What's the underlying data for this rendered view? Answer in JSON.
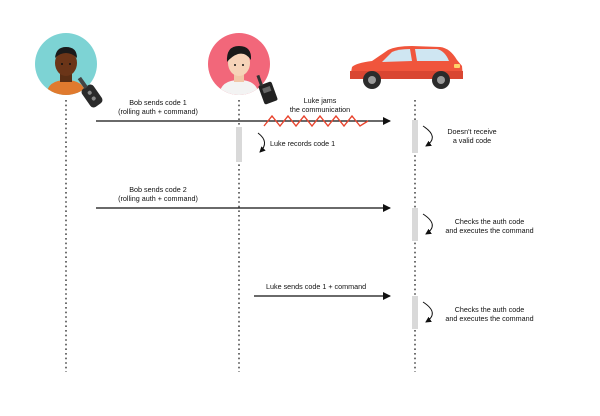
{
  "participants": [
    {
      "id": "bob",
      "icon": "person-dark-skin-avatar-icon"
    },
    {
      "id": "luke",
      "icon": "person-pink-avatar-icon"
    },
    {
      "id": "car",
      "icon": "red-car-icon"
    }
  ],
  "colors": {
    "bob_circle": "#7dd3d4",
    "luke_circle": "#f2677a",
    "car_body": "#f0553c",
    "jam_wave": "#e8442e",
    "lifeline": "#222222",
    "activation": "#d9d9d9"
  },
  "messages": {
    "m1": {
      "line1": "Bob sends code 1",
      "line2": "(rolling auth + command)"
    },
    "jam": {
      "line1": "Luke jams",
      "line2": "the communication"
    },
    "records": {
      "text": "Luke records code 1"
    },
    "no_valid": {
      "line1": "Doesn't receive",
      "line2": "a valid code"
    },
    "m2": {
      "line1": "Bob sends code 2",
      "line2": "(rolling auth + command)"
    },
    "check1": {
      "line1": "Checks the auth code",
      "line2": "and executes the command"
    },
    "m3": {
      "text": "Luke  sends code 1 + command"
    },
    "check2": {
      "line1": "Checks the auth code",
      "line2": "and executes the command"
    }
  }
}
